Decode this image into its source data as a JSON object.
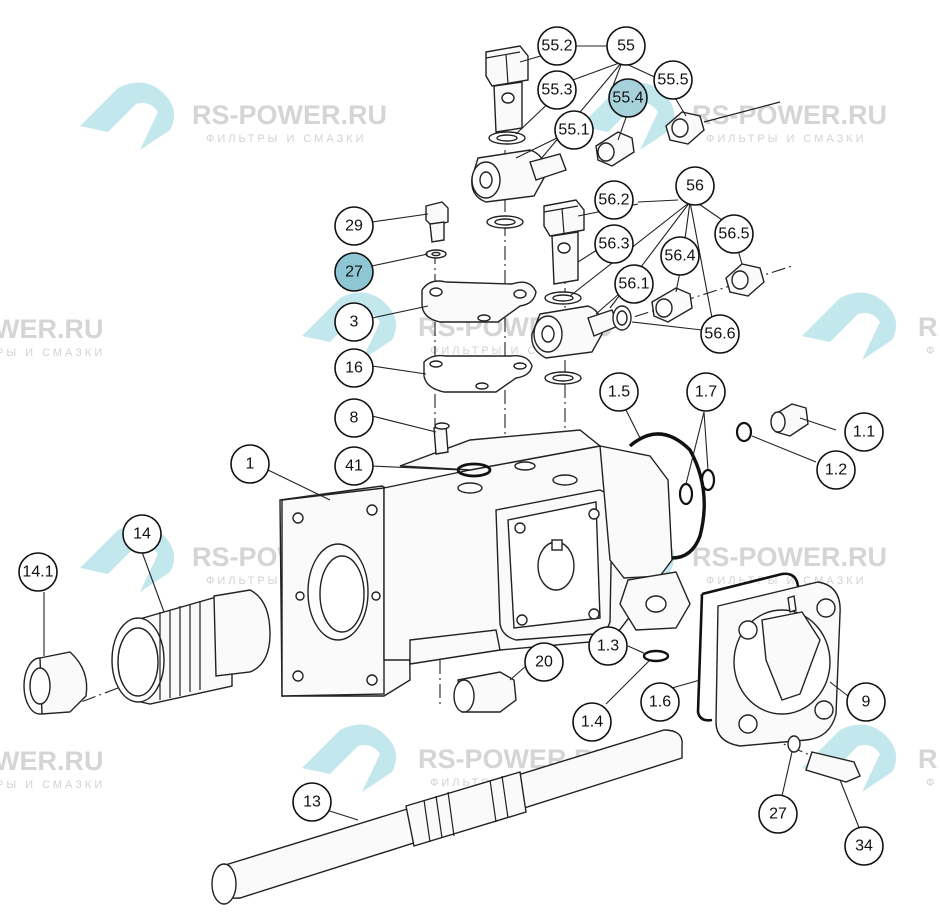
{
  "watermark": {
    "brand": "RS-POWER.RU",
    "tagline": "ФИЛЬТРЫ И СМАЗКИ",
    "brand_partial": "WER.RU",
    "tagline_partial": "РЫ И СМАЗКИ",
    "brand_edge": "R",
    "tagline_edge": "Ф",
    "logo_color": "#8fd3dc"
  },
  "callouts": {
    "c_55_2": "55.2",
    "c_55": "55",
    "c_55_3": "55.3",
    "c_55_4": "55.4",
    "c_55_5": "55.5",
    "c_55_1": "55.1",
    "c_56": "56",
    "c_56_2": "56.2",
    "c_56_3": "56.3",
    "c_56_5": "56.5",
    "c_56_4": "56.4",
    "c_56_1": "56.1",
    "c_56_6": "56.6",
    "c_29": "29",
    "c_27a": "27",
    "c_3": "3",
    "c_16": "16",
    "c_8": "8",
    "c_41": "41",
    "c_1": "1",
    "c_1_5": "1.5",
    "c_1_7": "1.7",
    "c_1_1": "1.1",
    "c_1_2": "1.2",
    "c_14": "14",
    "c_14_1": "14.1",
    "c_20": "20",
    "c_1_3": "1.3",
    "c_1_4": "1.4",
    "c_1_6": "1.6",
    "c_9": "9",
    "c_13": "13",
    "c_27b": "27",
    "c_34": "34"
  },
  "highlight_color": "#8fc6d4"
}
